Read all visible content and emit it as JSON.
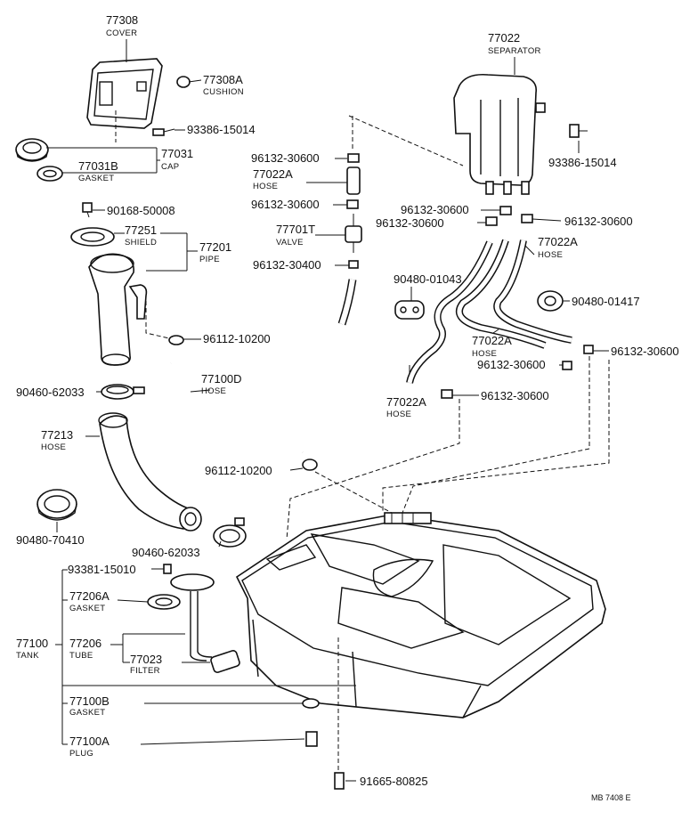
{
  "reference": "MB 7408 E",
  "callouts": {
    "c77308": {
      "number": "77308",
      "name": "COVER"
    },
    "c77308a": {
      "number": "77308A",
      "name": "CUSHION"
    },
    "c93386a": {
      "number": "93386-15014"
    },
    "c77031": {
      "number": "77031",
      "name": "CAP"
    },
    "c77031b": {
      "number": "77031B",
      "name": "GASKET"
    },
    "c90168": {
      "number": "90168-50008"
    },
    "c77251": {
      "number": "77251",
      "name": "SHIELD"
    },
    "c77201": {
      "number": "77201",
      "name": "PIPE"
    },
    "c96112a": {
      "number": "96112-10200"
    },
    "c90460a": {
      "number": "90460-62033"
    },
    "c77100d": {
      "number": "77100D",
      "name": "HOSE"
    },
    "c77213": {
      "number": "77213",
      "name": "HOSE"
    },
    "c96112b": {
      "number": "96112-10200"
    },
    "c90480a": {
      "number": "90480-70410"
    },
    "c90460b": {
      "number": "90460-62033"
    },
    "c93381": {
      "number": "93381-15010"
    },
    "c77206a": {
      "number": "77206A",
      "name": "GASKET"
    },
    "c77100": {
      "number": "77100",
      "name": "TANK"
    },
    "c77206": {
      "number": "77206",
      "name": "TUBE"
    },
    "c77023": {
      "number": "77023",
      "name": "FILTER"
    },
    "c77100b": {
      "number": "77100B",
      "name": "GASKET"
    },
    "c77100a": {
      "number": "77100A",
      "name": "PLUG"
    },
    "c91665": {
      "number": "91665-80825"
    },
    "c77022": {
      "number": "77022",
      "name": "SEPARATOR"
    },
    "c93386b": {
      "number": "93386-15014"
    },
    "c96132a": {
      "number": "96132-30600"
    },
    "c77022a1": {
      "number": "77022A",
      "name": "HOSE"
    },
    "c96132b": {
      "number": "96132-30600"
    },
    "c96132c": {
      "number": "96132-30600"
    },
    "c96132d": {
      "number": "96132-30600"
    },
    "c96132e": {
      "number": "96132-30600"
    },
    "c77701t": {
      "number": "77701T",
      "name": "VALVE"
    },
    "c77022a2": {
      "number": "77022A",
      "name": "HOSE"
    },
    "c96132f": {
      "number": "96132-30400"
    },
    "c90480b": {
      "number": "90480-01043"
    },
    "c90480c": {
      "number": "90480-01417"
    },
    "c77022a3": {
      "number": "77022A",
      "name": "HOSE"
    },
    "c96132g": {
      "number": "96132-30600"
    },
    "c96132h": {
      "number": "96132-30600"
    },
    "c77022a4": {
      "number": "77022A",
      "name": "HOSE"
    },
    "c96132i": {
      "number": "96132-30600"
    }
  }
}
